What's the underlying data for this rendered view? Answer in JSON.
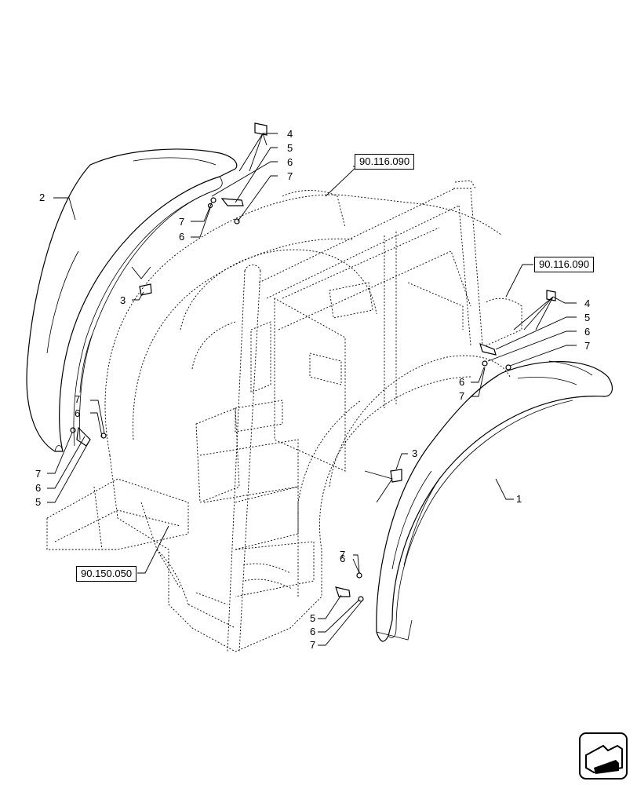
{
  "references": {
    "cab_top": "90.116.090",
    "cab_right": "90.116.090",
    "platform": "90.150.050"
  },
  "callouts": {
    "c1": "1",
    "c2": "2",
    "c3a": "3",
    "c3b": "3",
    "c4a": "4",
    "c4b": "4",
    "c5a": "5",
    "c5b": "5",
    "c5c": "5",
    "c5d": "5",
    "c6a": "6",
    "c6b": "6",
    "c6c": "6",
    "c6d": "6",
    "c6e": "6",
    "c6f": "6",
    "c6g": "6",
    "c6h": "6",
    "c7a": "7",
    "c7b": "7",
    "c7c": "7",
    "c7d": "7",
    "c7e": "7",
    "c7f": "7",
    "c7g": "7",
    "c7h": "7"
  },
  "icons": {
    "navigation": "next-page-arrow-icon"
  }
}
